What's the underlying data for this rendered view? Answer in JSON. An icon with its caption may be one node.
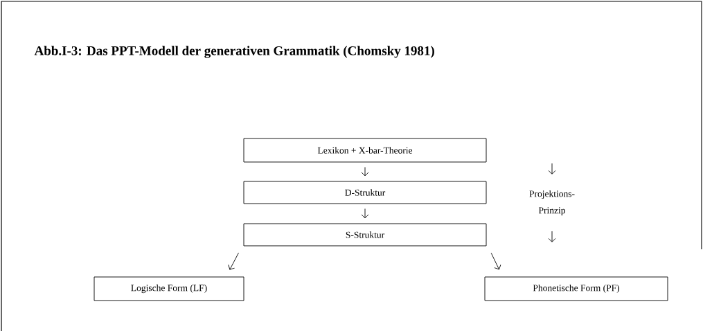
{
  "diagram": {
    "title": "Abb.I-3: Das PPT-Modell der generativen Grammatik (Chomsky 1981)",
    "nodes": [
      {
        "text": [
          "Lexikon + X-bar-Theorie"
        ]
      },
      {
        "text": [
          "D-Struktur"
        ]
      },
      {
        "text": [
          "S-Struktur"
        ]
      },
      {
        "text": [
          "Logische Form (LF)"
        ]
      },
      {
        "text": [
          "Phonetische Form (PF)"
        ]
      }
    ],
    "edges": [
      {
        "from": 0,
        "to": 1,
        "arrow": "to"
      },
      {
        "from": 1,
        "to": 2,
        "arrow": "to"
      },
      {
        "from": 2,
        "to": 3,
        "arrow": "to"
      },
      {
        "from": 2,
        "to": 4,
        "arrow": "to"
      }
    ],
    "labels": [
      "Projektions- Prinzip"
    ]
  }
}
